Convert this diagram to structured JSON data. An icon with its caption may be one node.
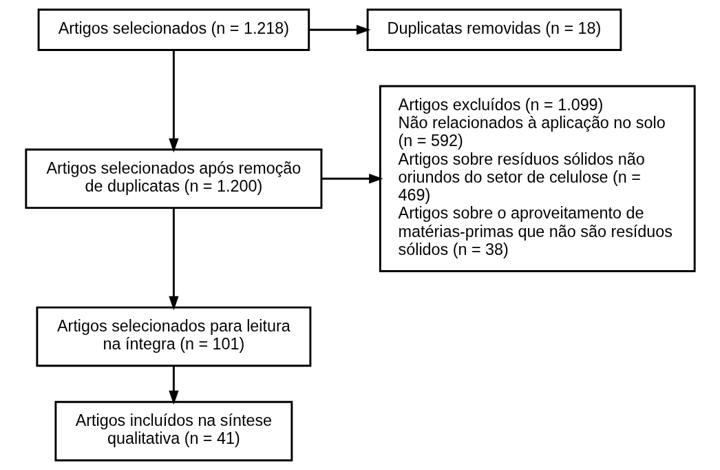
{
  "diagram": {
    "nodes": [
      {
        "text": [
          "Artigos selecionados (n = 1.218)"
        ]
      },
      {
        "text": [
          "Duplicatas removidas (n = 18)"
        ]
      },
      {
        "text": [
          "Artigos selecionados após remoção de duplicatas (n = 1.200)"
        ]
      },
      {
        "text": [
          "Artigos excluídos (n = 1.099)",
          "Não relacionados à aplicação no solo (n = 592)",
          "Artigos sobre resíduos sólidos não oriundos do setor de celulose (n = 469)",
          "Artigos sobre o aproveitamento de matérias-primas que não são resíduos sólidos (n = 38)"
        ]
      },
      {
        "text": [
          "Artigos selecionados para leitura na íntegra (n = 101)"
        ]
      },
      {
        "text": [
          "Artigos incluídos na síntese qualitativa (n = 41)"
        ]
      }
    ],
    "edges": [
      {
        "from": 0,
        "to": 1,
        "arrow": "to"
      },
      {
        "from": 0,
        "to": 2,
        "arrow": "to"
      },
      {
        "from": 2,
        "to": 4,
        "arrow": "to"
      },
      {
        "from": 2,
        "to": 3,
        "arrow": "to"
      },
      {
        "from": 4,
        "to": 5,
        "arrow": "to"
      }
    ]
  }
}
